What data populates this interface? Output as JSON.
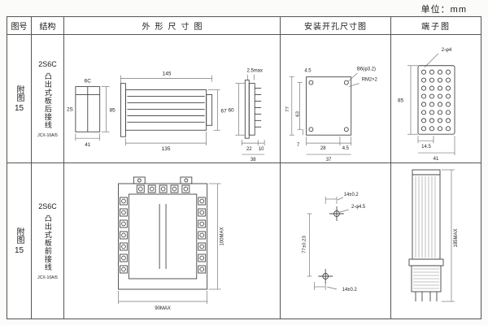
{
  "unit_label": "单位：mm",
  "headers": {
    "fig_no": "图号",
    "structure": "结构",
    "outline": "外形尺寸图",
    "install": "安装开孔尺寸图",
    "terminal": "端子图"
  },
  "rows": [
    {
      "fig_no": "附图",
      "fig_num": "15",
      "structure_model": "2S6C",
      "structure_desc": "凸出式板后接线",
      "structure_sub": "JCX-10A/5",
      "outline": {
        "front_top": "6C",
        "front_left": "2S",
        "front_width": "41",
        "front_height": "85",
        "side_top": "145",
        "side_bottom": "135",
        "side_height": "67",
        "rear_gap": "2.5max",
        "rear_height": "60",
        "rear_d1": "22",
        "rear_d2": "10",
        "rear_total": "38"
      },
      "install": {
        "corner": "4.5",
        "hole_label": "B6(φ3.2)",
        "thread_label": "RM2×2",
        "height_total": "77",
        "height_inner": "63",
        "bottom_offset": "7",
        "width_inner": "28",
        "width_corner": "4.5",
        "width_total": "37"
      },
      "terminal": {
        "hole_label": "2-φ4",
        "height": "85",
        "pitch": "14.5",
        "width": "41"
      }
    },
    {
      "fig_no": "附图",
      "fig_num": "15",
      "structure_model": "2S6C",
      "structure_desc": "凸出式板前接线",
      "structure_sub": "JCX-10A/5",
      "outline": {
        "height": "100MAX",
        "width": "90MAX"
      },
      "install": {
        "top_offset": "14±0.2",
        "hole_label": "2-φ4.5",
        "height": "77±0.23",
        "bottom_offset": "14±0.2"
      },
      "terminal": {
        "height": "185MAX"
      }
    }
  ]
}
